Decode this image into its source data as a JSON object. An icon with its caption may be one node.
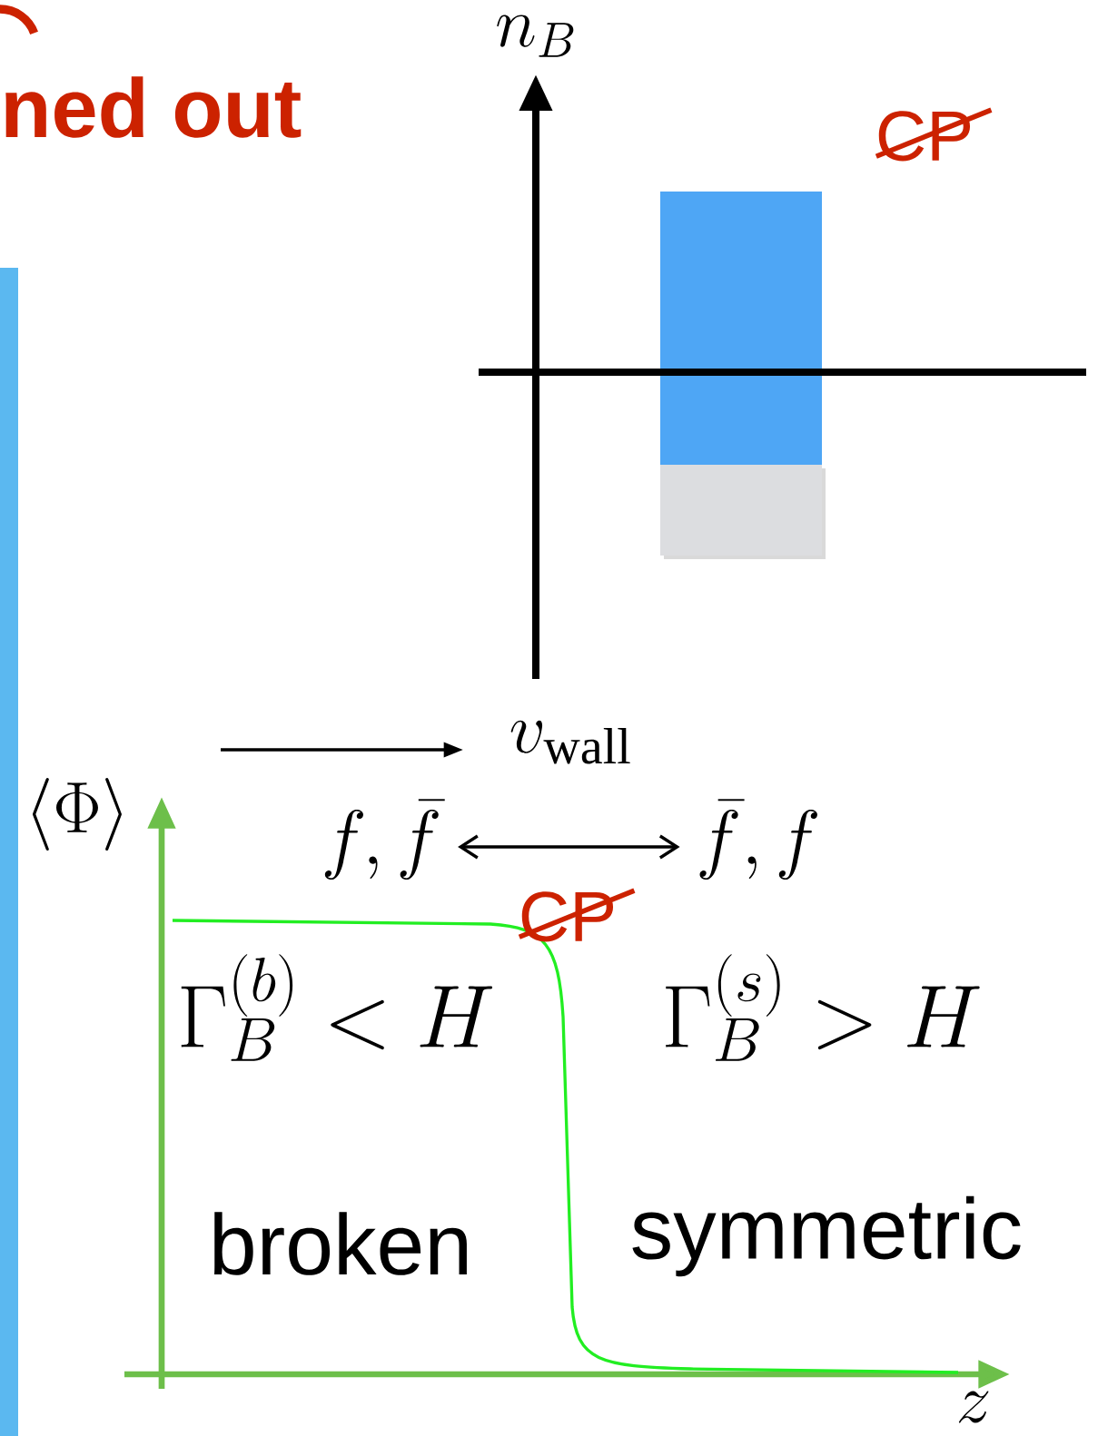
{
  "diagram": {
    "nodes": [
      {
        "text": [
          "f, \\bar{f}"
        ]
      },
      {
        "text": [
          "\\bar{f}, f"
        ]
      }
    ],
    "edges": [
      {
        "from": 0,
        "to": 1,
        "arrow": "both"
      }
    ],
    "labels": [
      "ned out",
      "n_B",
      "\\rlap{\\raisebox{0.35em}{\\rotatebox[origin=c]{22}{\\rule{1.75em}{0.07em}}}}\\mathsf{CP}",
      "v_{\\mathrm{wall}}",
      "\\langle\\Phi\\rangle",
      "\\rlap{\\raisebox{0.35em}{\\rotatebox[origin=c]{22}{\\rule{1.75em}{0.07em}}}}\\mathsf{CP}",
      "\\Gamma_B^{(b)} < H",
      "\\Gamma_B^{(s)} > H",
      "broken",
      "symmetric",
      "z"
    ]
  }
}
